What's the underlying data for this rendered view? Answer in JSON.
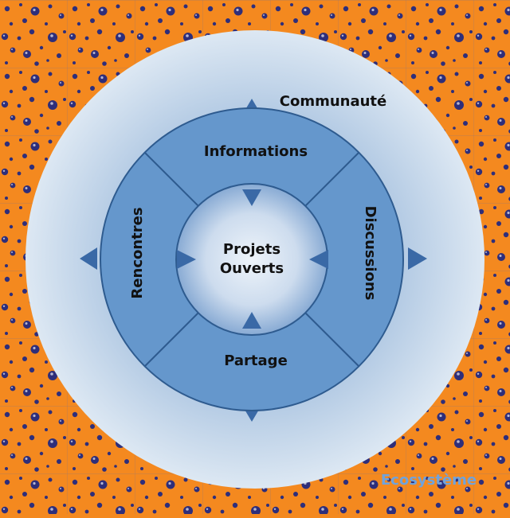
{
  "diagram": {
    "center": {
      "line1": "Projets",
      "line2": "Ouverts"
    },
    "ring_segments": {
      "top": "Informations",
      "right": "Discussions",
      "bottom": "Partage",
      "left": "Rencontres"
    },
    "outer_label": "Communauté",
    "background_label": "Ecosystème"
  },
  "colors": {
    "background": "#f4891f",
    "bubble": "#2e2e7a",
    "ring": "#6597cc",
    "ring_stroke": "#2e5b8f",
    "arrow": "#3a69a6",
    "outer_disc_edge": "#c8d8ea",
    "outer_disc_center": "#5f8fc4",
    "ecosystem_label": "#6fa3dd"
  }
}
